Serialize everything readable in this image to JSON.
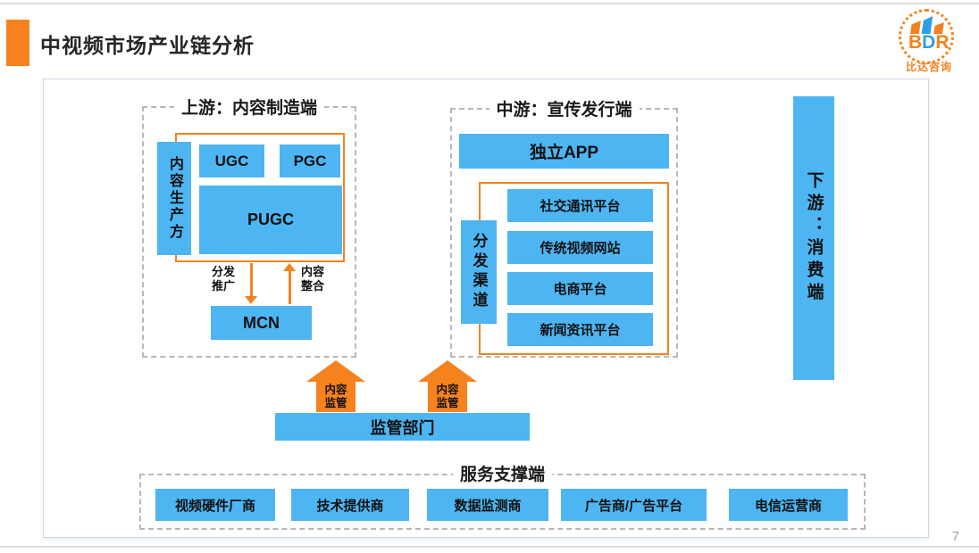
{
  "header": {
    "title": "中视频市场产业链分析",
    "logo": {
      "letters": [
        "B",
        "D",
        "R"
      ],
      "subtitle": "比达咨询"
    }
  },
  "footer": {
    "page_number": "7"
  },
  "diagram": {
    "upstream": {
      "title": "上游：内容制造端",
      "producer_label": "内容生产方",
      "boxes": {
        "ugc": "UGC",
        "pgc": "PGC",
        "pugc": "PUGC",
        "mcn": "MCN"
      },
      "flow_down_label": "分发\n推广",
      "flow_up_label": "内容\n整合"
    },
    "midstream": {
      "title": "中游：宣传发行端",
      "independent_app": "独立APP",
      "channel_label": "分发渠道",
      "channels": [
        "社交通讯平台",
        "传统视频网站",
        "电商平台",
        "新闻资讯平台"
      ]
    },
    "downstream": {
      "label": "下游：消费端"
    },
    "regulation": {
      "department": "监管部门",
      "arrow_labels": [
        "内容\n监管",
        "内容\n监管"
      ]
    },
    "service": {
      "title": "服务支撑端",
      "providers": [
        "视频硬件厂商",
        "技术提供商",
        "数据监测商",
        "广告商/广告平台",
        "电信运营商"
      ]
    }
  },
  "colors": {
    "accent_orange": "#F5821F",
    "box_blue": "#4DB5F2"
  }
}
